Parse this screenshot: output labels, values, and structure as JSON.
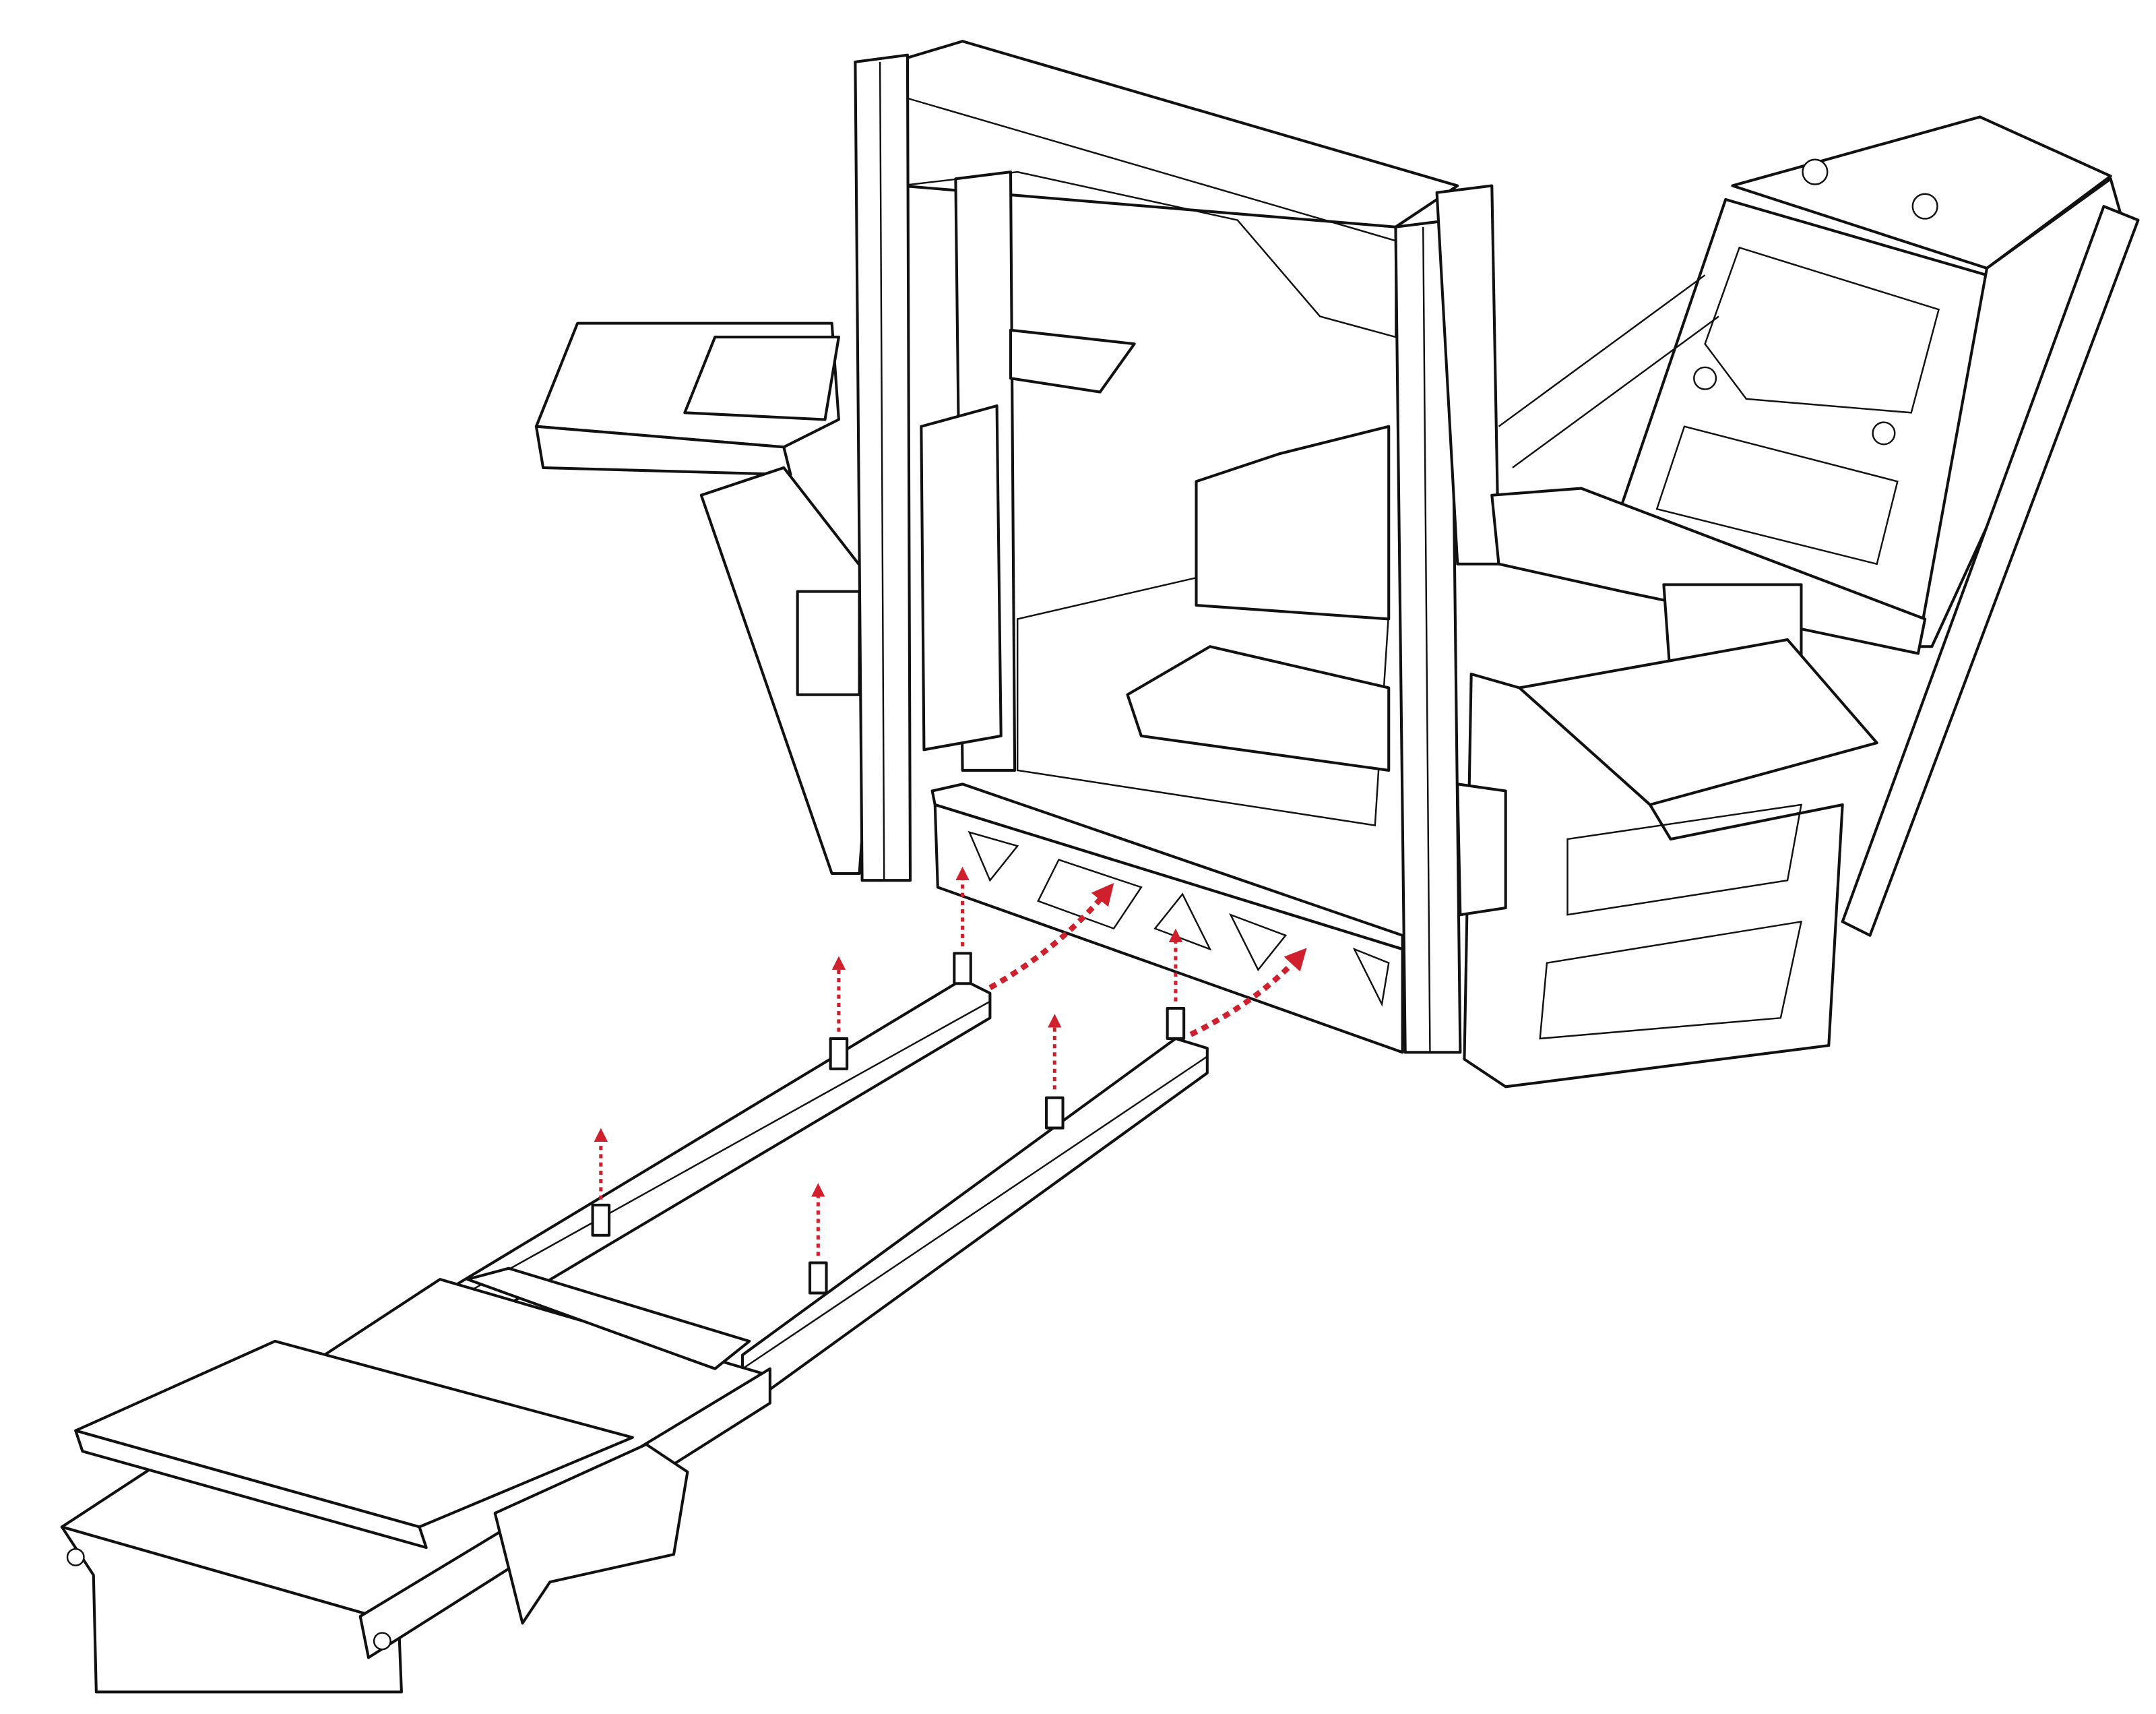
{
  "diagram": {
    "type": "exploded assembly line drawing",
    "line_color": "#111111",
    "arrow_color": "#d0202e",
    "background": "#ffffff",
    "components": [
      "main-frame",
      "left-mount-plate",
      "seat-frame",
      "front-cross-beam",
      "rail-left",
      "rail-right",
      "pedal-slider",
      "standoff-bolts"
    ]
  }
}
